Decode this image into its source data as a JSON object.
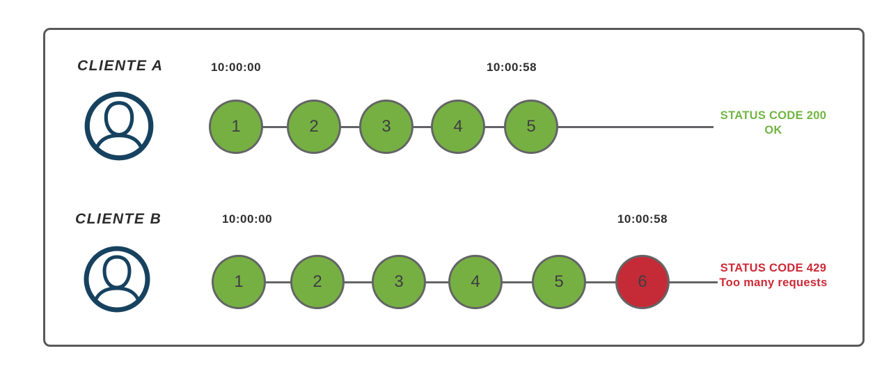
{
  "diagram": {
    "title_hint": "rate-limiting comparison of two clients",
    "avatar_icon": "user-in-circle-icon",
    "colors": {
      "ok_fill": "#76b043",
      "blocked_fill": "#c42b36",
      "success_text": "#72b543",
      "error_text": "#cd2936",
      "stroke_gray": "#636466",
      "frame_border": "#58595b",
      "avatar_navy": "#17425f"
    },
    "clients": [
      {
        "name": "CLIENTE A",
        "start_time": "10:00:00",
        "end_time": "10:00:58",
        "requests": [
          {
            "n": "1",
            "state": "ok"
          },
          {
            "n": "2",
            "state": "ok"
          },
          {
            "n": "3",
            "state": "ok"
          },
          {
            "n": "4",
            "state": "ok"
          },
          {
            "n": "5",
            "state": "ok"
          }
        ],
        "status": {
          "tone": "success",
          "line1": "STATUS CODE 200",
          "line2": "OK"
        }
      },
      {
        "name": "CLIENTE B",
        "start_time": "10:00:00",
        "end_time": "10:00:58",
        "requests": [
          {
            "n": "1",
            "state": "ok"
          },
          {
            "n": "2",
            "state": "ok"
          },
          {
            "n": "3",
            "state": "ok"
          },
          {
            "n": "4",
            "state": "ok"
          },
          {
            "n": "5",
            "state": "ok"
          },
          {
            "n": "6",
            "state": "blocked"
          }
        ],
        "status": {
          "tone": "error",
          "line1": "STATUS CODE 429",
          "line2": "Too many requests"
        }
      }
    ]
  }
}
